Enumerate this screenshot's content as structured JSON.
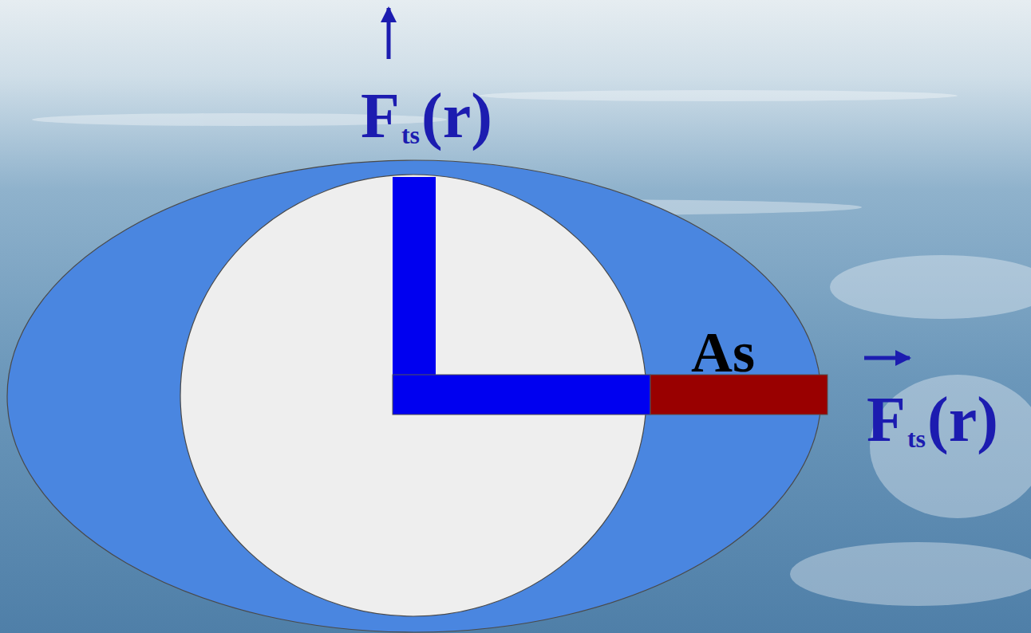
{
  "diagram": {
    "labels": [
      "F",
      "ts",
      "(r)",
      "As",
      "F",
      "ts",
      "(r)"
    ]
  }
}
